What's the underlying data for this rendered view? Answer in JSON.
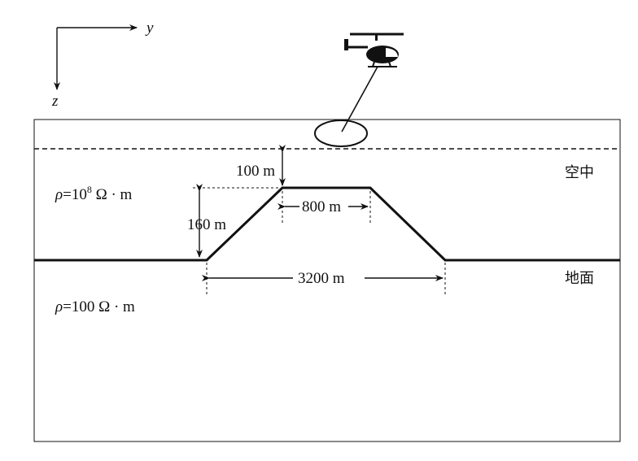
{
  "axes": {
    "y_label": "y",
    "z_label": "z"
  },
  "region_labels": {
    "air": "空中",
    "ground": "地面"
  },
  "resistivity": {
    "rho_symbol": "ρ",
    "air_value_prefix": "=10",
    "air_value_exponent": "8",
    "air_value_unit": " Ω · m",
    "ground_value": "=100 Ω · m"
  },
  "dimensions": {
    "flight_height": "100 m",
    "hill_height": "160 m",
    "top_width": "800 m",
    "base_width": "3200 m"
  },
  "icons": {
    "aircraft": "helicopter-icon",
    "sensor": "towed-loop-icon"
  }
}
